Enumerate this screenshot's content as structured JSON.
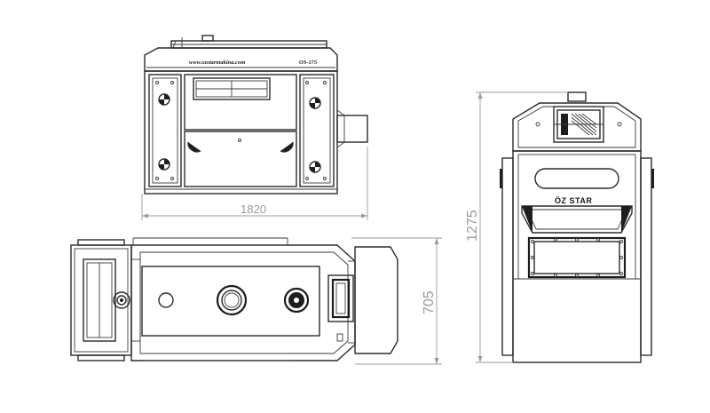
{
  "views": {
    "front": {
      "website": "www.ozstarmakina.com",
      "model": "OS-175"
    },
    "side": {
      "logo": "ÖZ STAR"
    }
  },
  "dimensions": {
    "width": "1820",
    "depth": "705",
    "height": "1275"
  }
}
